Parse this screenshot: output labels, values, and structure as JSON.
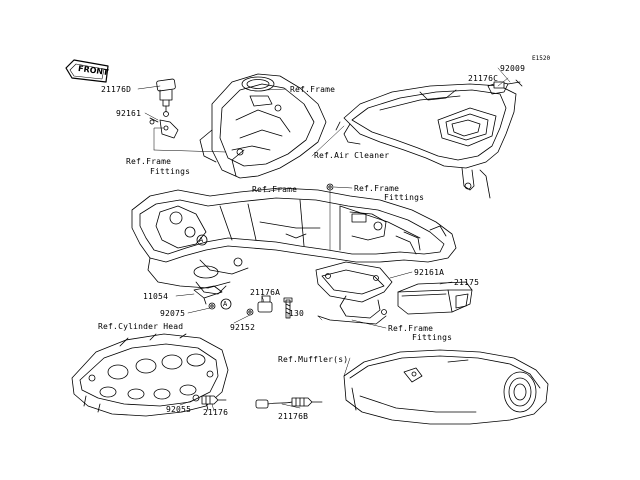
{
  "diagram": {
    "code": "E1520",
    "front_label": "FRONT",
    "callouts": {
      "A": "A"
    },
    "labels": {
      "p21176D": "21176D",
      "p92161": "92161",
      "refFrameFittings1_a": "Ref.Frame",
      "refFrameFittings1_b": "Fittings",
      "refFrameTop": "Ref.Frame",
      "refFrameMid": "Ref.Frame",
      "refAirCleaner": "Ref.Air Cleaner",
      "p92009": "92009",
      "p21176C": "21176C",
      "refFrameFittings2_a": "Ref.Frame",
      "refFrameFittings2_b": "Fittings",
      "p92161A": "92161A",
      "p21175": "21175",
      "p11054": "11054",
      "p92075": "92075",
      "p21176A": "21176A",
      "p130": "130",
      "p92152": "92152",
      "refCylinderHead": "Ref.Cylinder Head",
      "refFrameFittings3_a": "Ref.Frame",
      "refFrameFittings3_b": "Fittings",
      "refMuffler": "Ref.Muffler(s)",
      "p92055": "92055",
      "p21176": "21176",
      "p21176B": "21176B"
    }
  }
}
